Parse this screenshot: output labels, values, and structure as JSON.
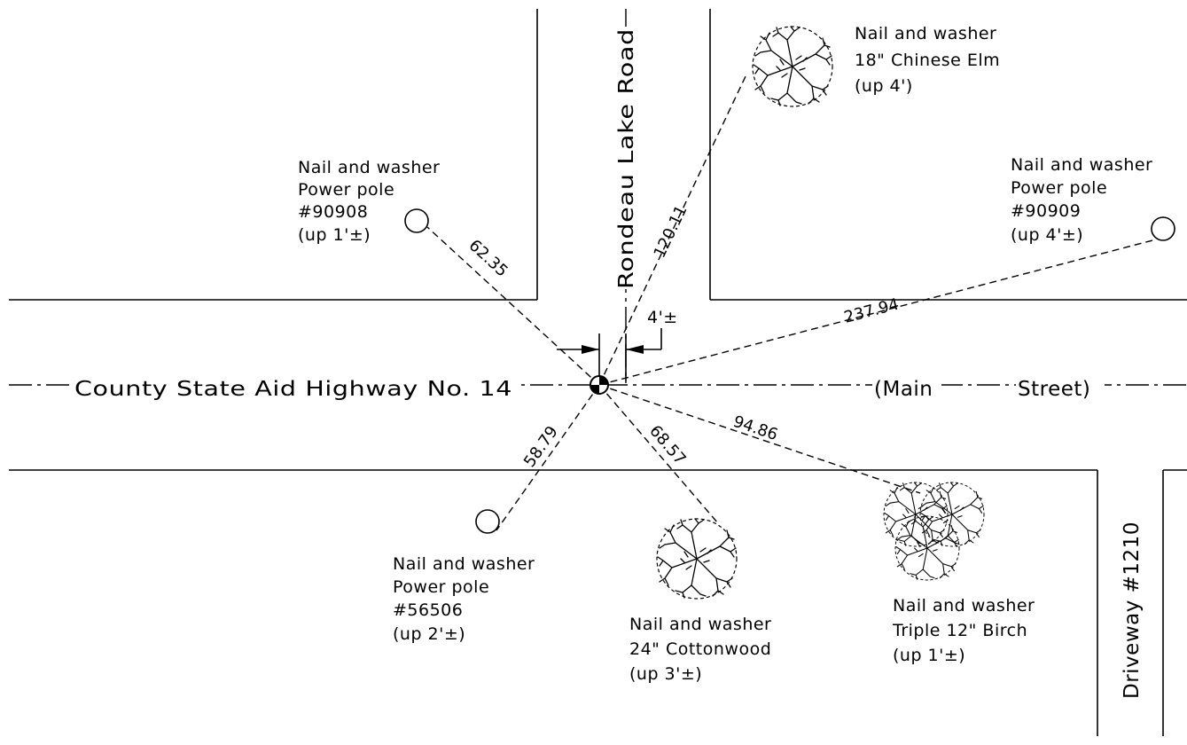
{
  "roads": {
    "main_highway": "County State Aid Highway No. 14",
    "main_street_left": "(Main",
    "main_street_right": "Street)",
    "cross_road": "Rondeau Lake Road",
    "driveway": "Driveway #1210"
  },
  "offset_label": "4'±",
  "ties": [
    {
      "id": "pole-90908",
      "distance": "62.35",
      "lines": [
        "Nail and washer",
        "Power pole",
        "#90908",
        "(up 1'±)"
      ]
    },
    {
      "id": "elm",
      "distance": "120.11",
      "lines": [
        "Nail and washer",
        "18\" Chinese Elm",
        "(up 4')"
      ]
    },
    {
      "id": "pole-90909",
      "distance": "237.94",
      "lines": [
        "Nail and washer",
        "Power pole",
        "#90909",
        "(up 4'±)"
      ]
    },
    {
      "id": "pole-56506",
      "distance": "58.79",
      "lines": [
        "Nail and washer",
        "Power pole",
        "#56506",
        "(up 2'±)"
      ]
    },
    {
      "id": "cottonwood",
      "distance": "68.57",
      "lines": [
        "Nail and washer",
        "24\" Cottonwood",
        "(up 3'±)"
      ]
    },
    {
      "id": "birch",
      "distance": "94.86",
      "lines": [
        "Nail and washer",
        "Triple 12\" Birch",
        "(up 1'±)"
      ]
    }
  ]
}
